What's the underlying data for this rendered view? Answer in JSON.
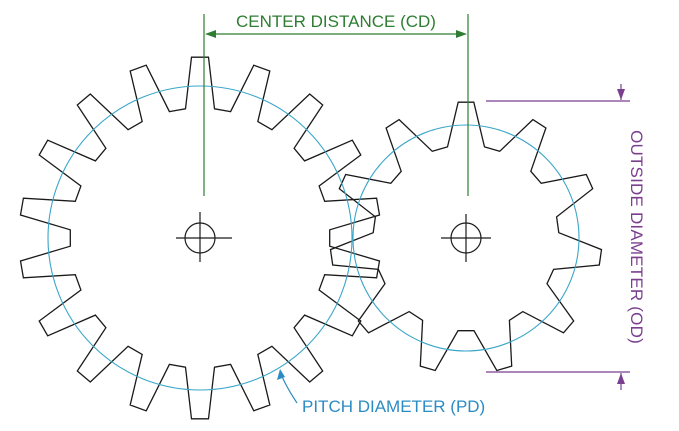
{
  "labels": {
    "center_distance": "CENTER DISTANCE (CD)",
    "pitch_diameter": "PITCH DIAMETER (PD)",
    "outside_diameter": "OUTSIDE DIAMETER (OD)"
  },
  "gears": {
    "large_teeth": 18,
    "small_teeth": 11
  },
  "colors": {
    "outline": "#1a1a1a",
    "pitch_circle": "#3aa6c8",
    "center_distance": "#2e7d32",
    "pitch_label": "#2b8cc4",
    "outside_diameter": "#7b3f8f"
  }
}
